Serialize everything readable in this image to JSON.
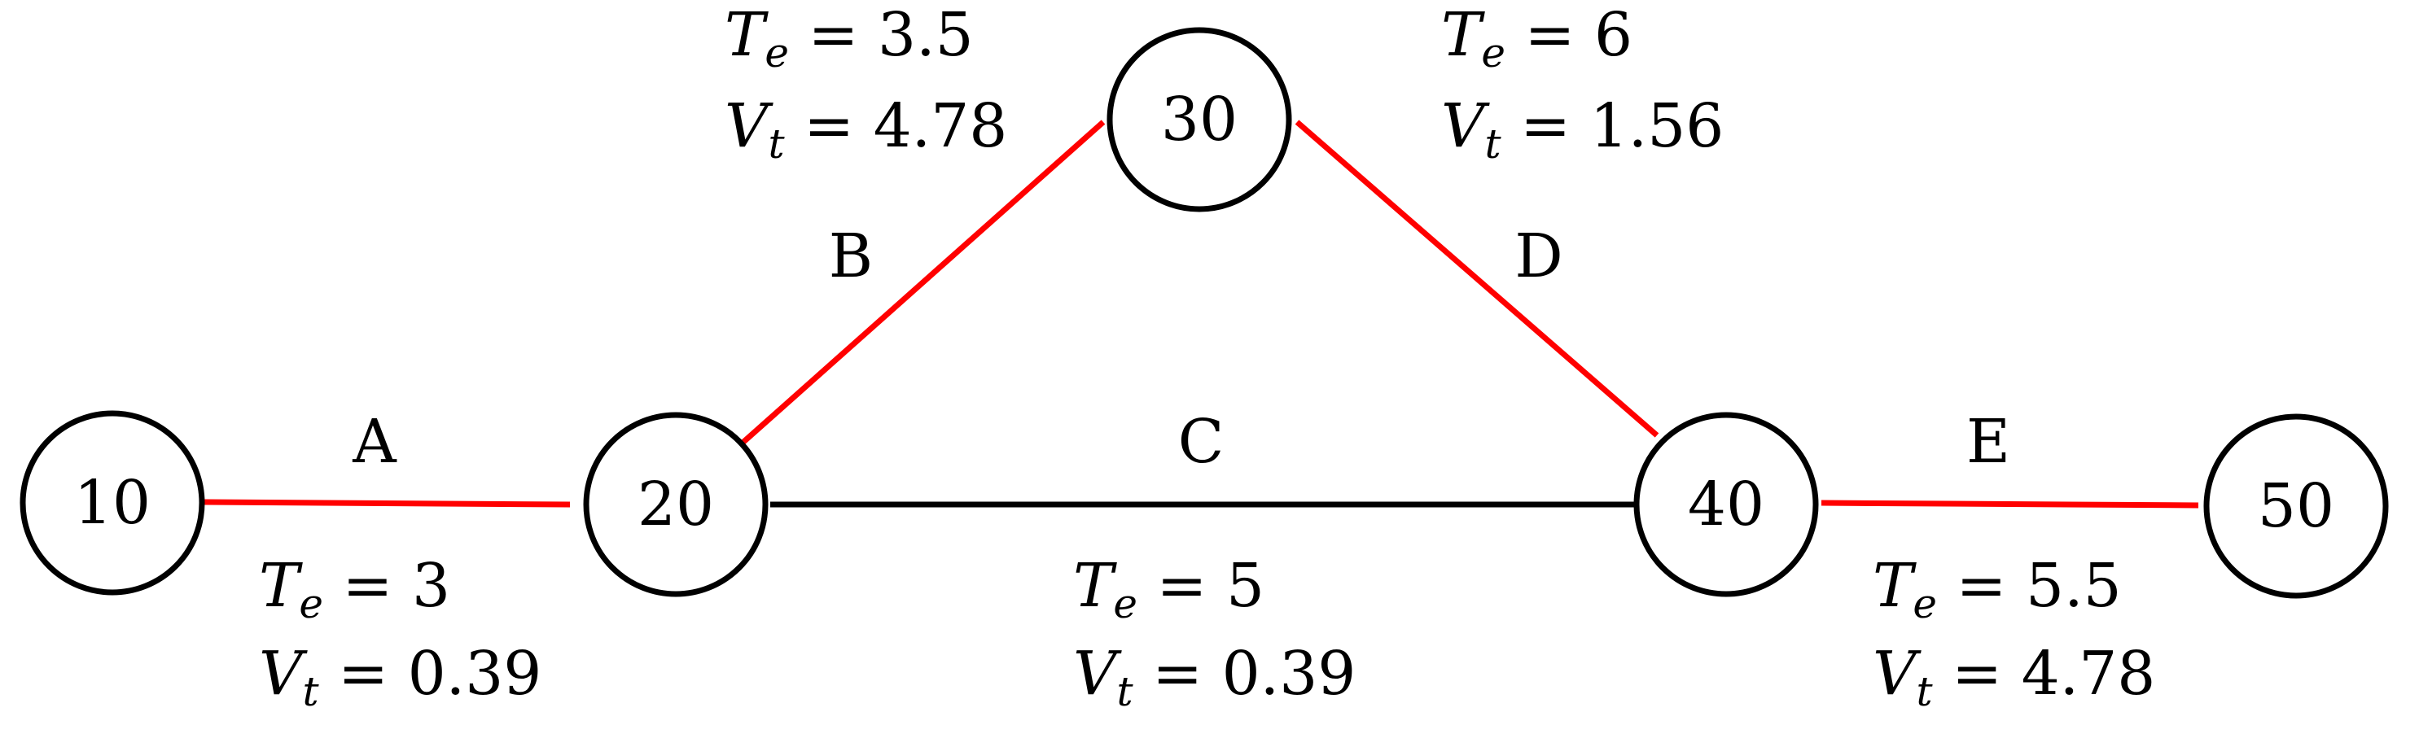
{
  "colors": {
    "critical": "#ff0000",
    "normal": "#000000",
    "node_stroke": "#000000",
    "background": "#ffffff"
  },
  "nodes": [
    {
      "id": "10",
      "label": "10"
    },
    {
      "id": "20",
      "label": "20"
    },
    {
      "id": "30",
      "label": "30"
    },
    {
      "id": "40",
      "label": "40"
    },
    {
      "id": "50",
      "label": "50"
    }
  ],
  "edges": [
    {
      "label": "A",
      "from": "10",
      "to": "20",
      "critical": true,
      "te_sym": "T",
      "te_sub": "e",
      "te_text": " = 3",
      "vt_sym": "V",
      "vt_sub": "t",
      "vt_text": " = 0.39"
    },
    {
      "label": "B",
      "from": "20",
      "to": "30",
      "critical": true,
      "te_sym": "T",
      "te_sub": "e",
      "te_text": " = 3.5",
      "vt_sym": "V",
      "vt_sub": "t",
      "vt_text": " = 4.78"
    },
    {
      "label": "C",
      "from": "20",
      "to": "40",
      "critical": false,
      "te_sym": "T",
      "te_sub": "e",
      "te_text": " = 5",
      "vt_sym": "V",
      "vt_sub": "t",
      "vt_text": " = 0.39"
    },
    {
      "label": "D",
      "from": "30",
      "to": "40",
      "critical": true,
      "te_sym": "T",
      "te_sub": "e",
      "te_text": " = 6",
      "vt_sym": "V",
      "vt_sub": "t",
      "vt_text": " = 1.56"
    },
    {
      "label": "E",
      "from": "40",
      "to": "50",
      "critical": true,
      "te_sym": "T",
      "te_sub": "e",
      "te_text": " = 5.5",
      "vt_sym": "V",
      "vt_sub": "t",
      "vt_text": " = 4.78"
    }
  ]
}
